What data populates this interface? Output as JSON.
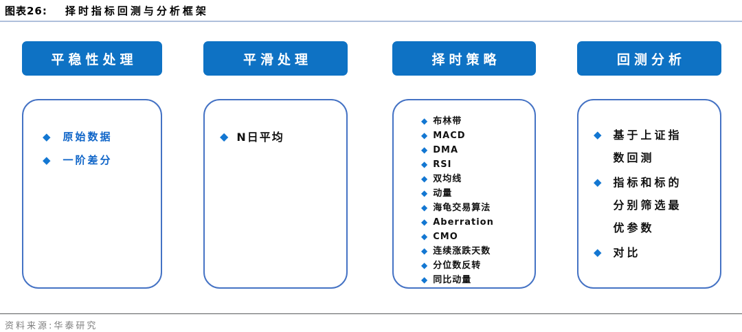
{
  "page": {
    "title_label": "图表26:",
    "title_text": "择时指标回测与分析框架",
    "source_text": "资料来源:华泰研究"
  },
  "icons": {
    "bullet": "◆"
  },
  "colors": {
    "header-bg": "#0E72C4",
    "box-border": "#4472C4",
    "bullet-blue": "#1377D2",
    "item-blue": "#0F65C8",
    "title-rule": "#AEBFDB",
    "footer-rule": "#595A5C",
    "footer-text": "#7F7F7F"
  },
  "columns": [
    {
      "header": "平稳性处理",
      "items": [
        "原始数据",
        "一阶差分"
      ]
    },
    {
      "header": "平滑处理",
      "items": [
        "N日平均"
      ]
    },
    {
      "header": "择时策略",
      "items": [
        "布林带",
        "MACD",
        "DMA",
        "RSI",
        "双均线",
        "动量",
        "海龟交易算法",
        "Aberration",
        "CMO",
        "连续涨跌天数",
        "分位数反转",
        "同比动量"
      ]
    },
    {
      "header": "回测分析",
      "items": [
        "基于上证指数回测",
        "指标和标的分别筛选最优参数",
        "对比"
      ]
    }
  ]
}
